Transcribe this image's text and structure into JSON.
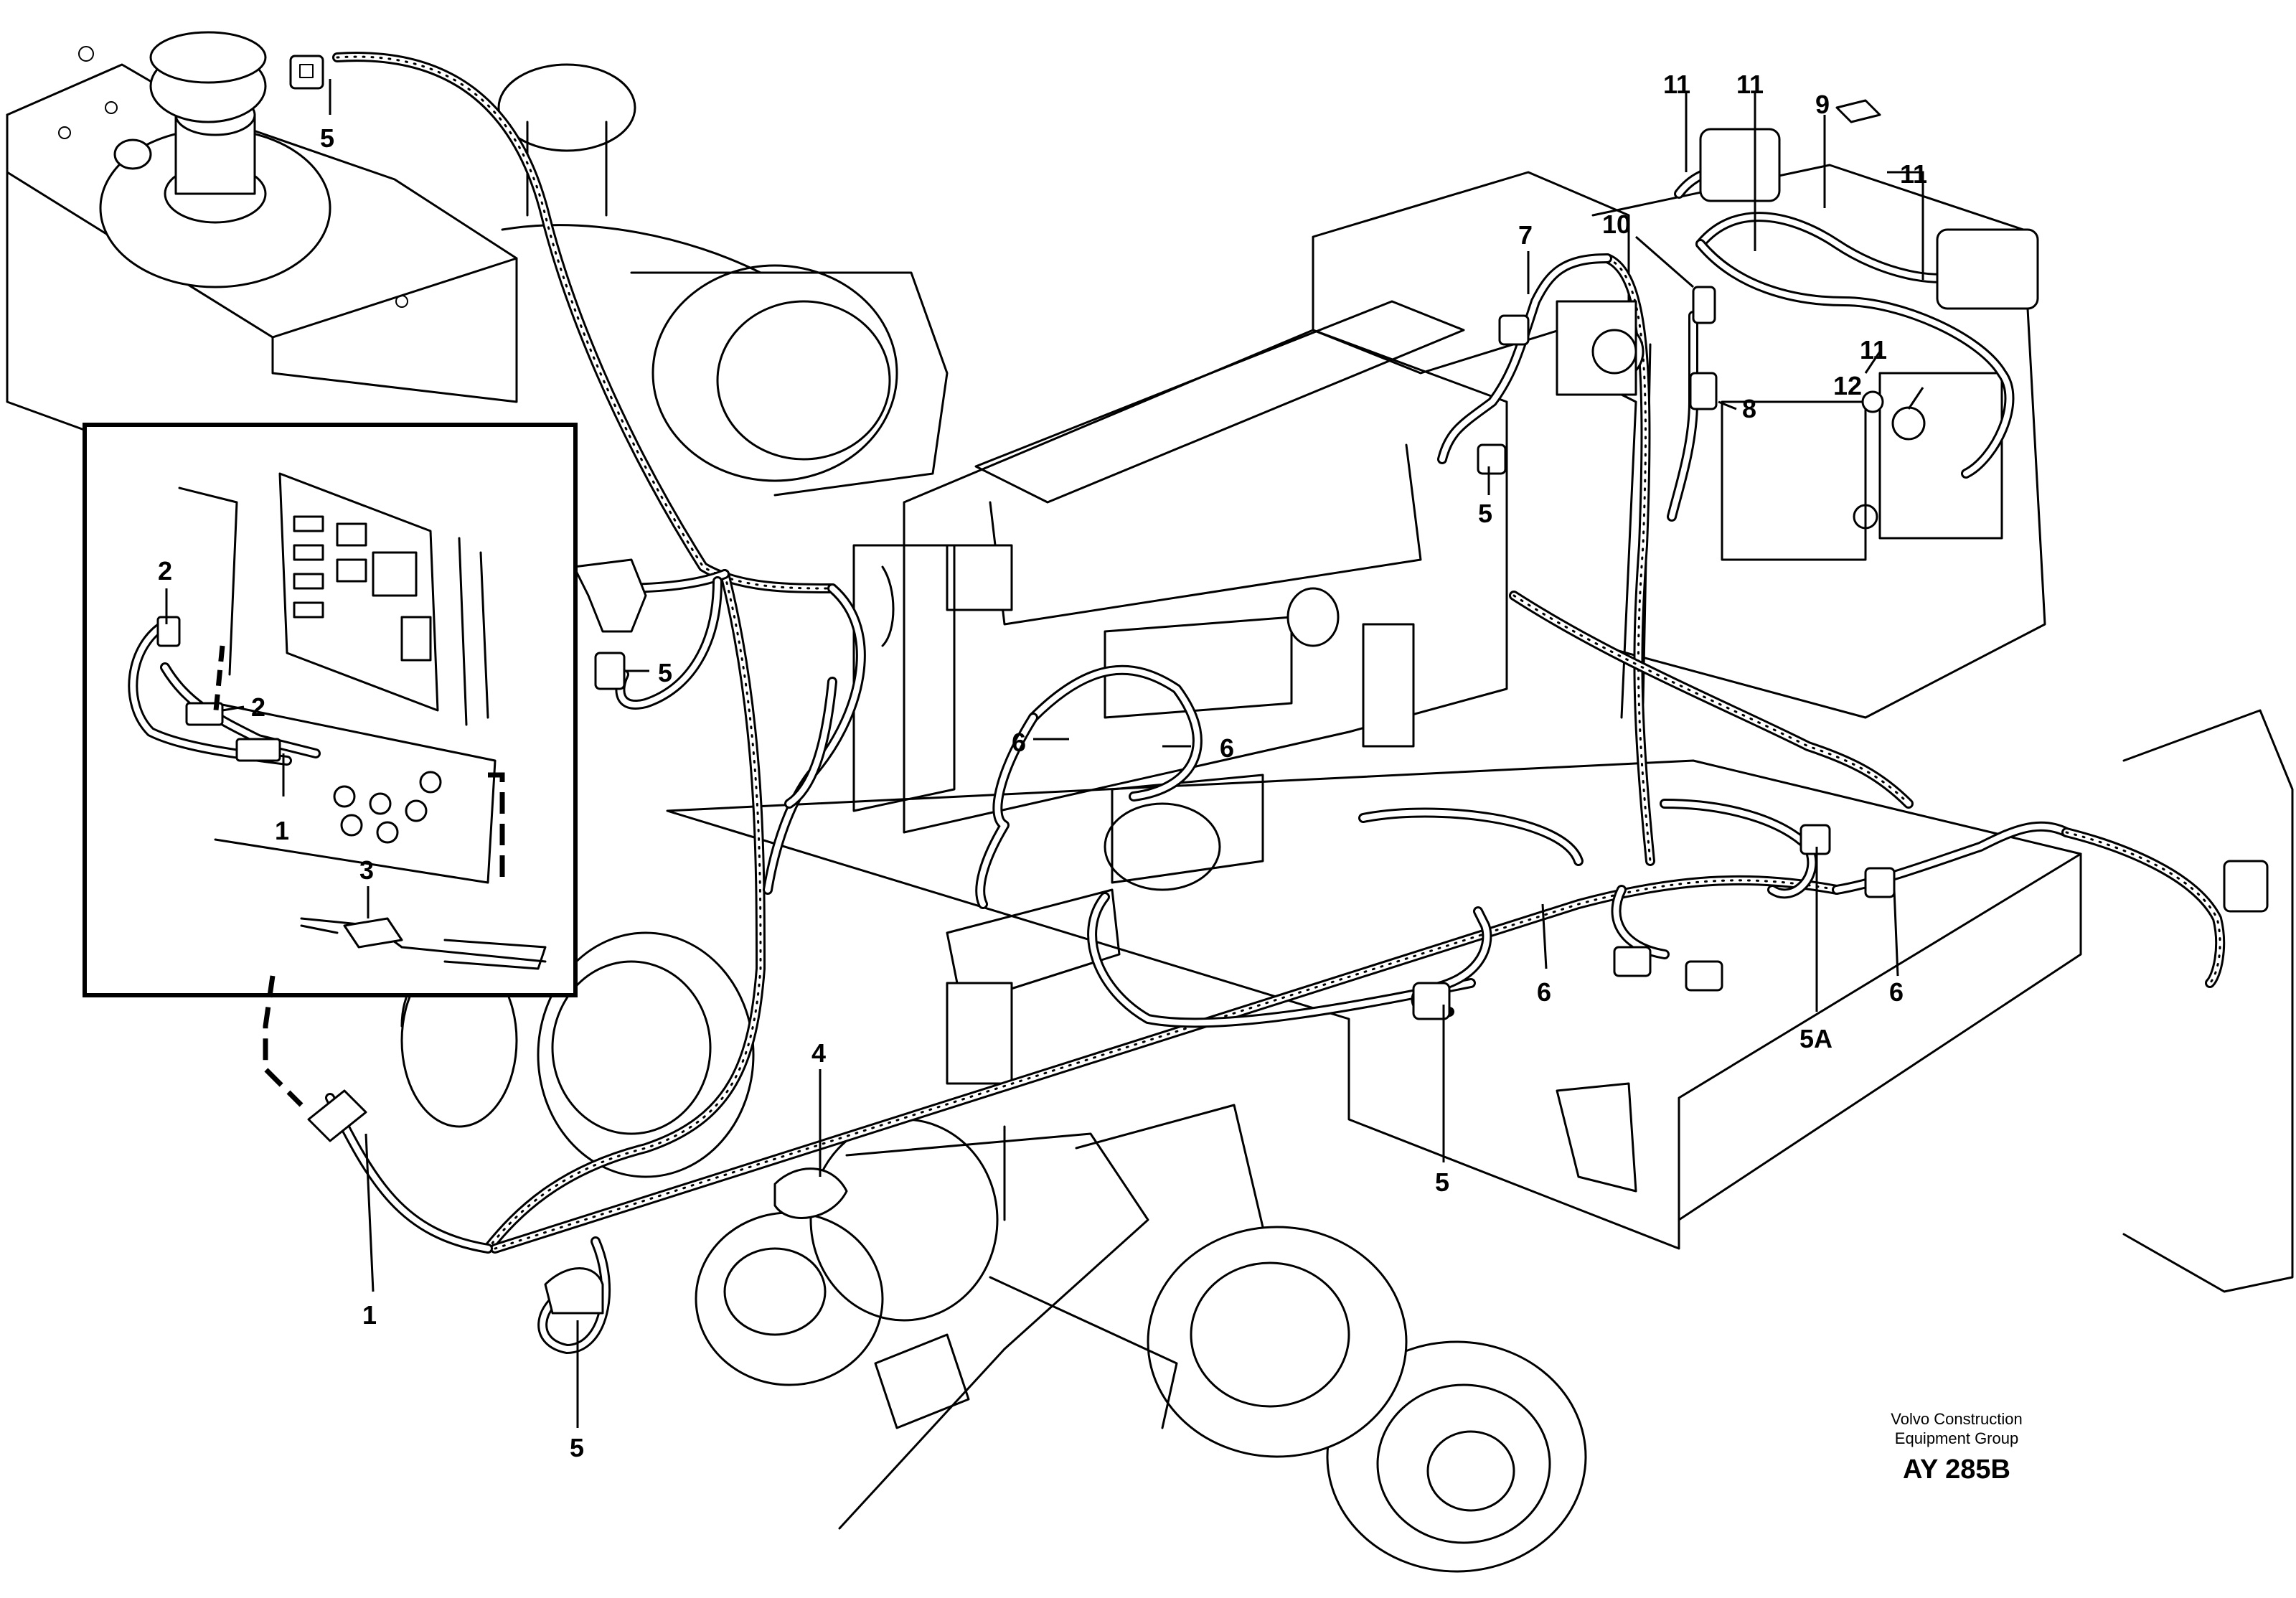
{
  "callouts": {
    "c5_topleft": "5",
    "c11_a": "11",
    "c11_b": "11",
    "c9": "9",
    "c11_c": "11",
    "c7": "7",
    "c10": "10",
    "c11_d": "11",
    "c12": "12",
    "c8": "8",
    "c5_mid": "5",
    "c2_a": "2",
    "c2_b": "2",
    "c5_center": "5",
    "c6_a": "6",
    "c6_b": "6",
    "c1_inset": "1",
    "c3": "3",
    "c4": "4",
    "c6_c": "6",
    "c6_d": "6",
    "c5a": "5A",
    "c5_bottom_center": "5",
    "c1_bottom": "1",
    "c5_bottom_left": "5"
  },
  "credit": {
    "line1": "Volvo Construction",
    "line2": "Equipment Group",
    "code": "AY 285B"
  }
}
